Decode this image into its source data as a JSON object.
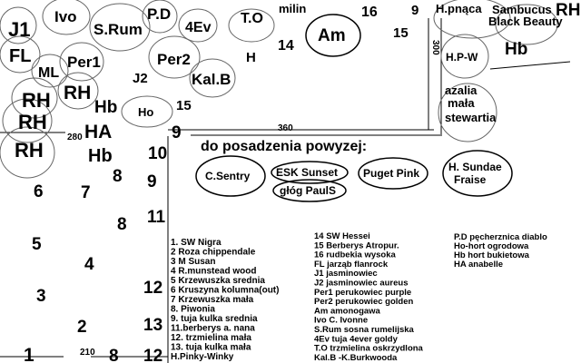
{
  "plants": {
    "j1": "J1",
    "ivo": "Ivo",
    "srum": "S.Rum",
    "pd": "P.D",
    "ev": "4Ev",
    "to": "T.O",
    "milin": "milin",
    "am": "Am",
    "fl": "FL",
    "ml": "ML",
    "per1": "Per1",
    "per2": "Per2",
    "kalb": "Kal.B",
    "h": "H",
    "j2": "J2",
    "rh1": "RH",
    "rh2": "RH",
    "rh3": "RH",
    "rh4": "RH",
    "hb1": "Hb",
    "ho": "Ho",
    "ha": "HA",
    "hb2": "Hb",
    "hpnaca": "H.pnąca",
    "sambucus": "Sambucus",
    "blackbeauty": "Black Beauty",
    "rh_edge": "RH",
    "hb_right": "Hb",
    "hpw": "H.P-W",
    "azalia": "azalia",
    "mala": "mała",
    "stewartia": "stewartia"
  },
  "numbers": {
    "n16": "16",
    "n9top": "9",
    "n14": "14",
    "n15top": "15",
    "n15b": "15",
    "n9a": "9",
    "n10": "10",
    "n8a": "8",
    "n9b": "9",
    "n6": "6",
    "n7": "7",
    "n11": "11",
    "n8b": "8",
    "n5": "5",
    "n4": "4",
    "n3": "3",
    "n12a": "12",
    "n13": "13",
    "n2": "2",
    "n1": "1",
    "n8c": "8",
    "n12b": "12"
  },
  "dimensions": {
    "d280": "280",
    "d360": "360",
    "d300": "300",
    "d210": "210"
  },
  "planting": {
    "heading": "do posadzenia powyzej:",
    "csentry": "C.Sentry",
    "esk": "ESK Sunset",
    "glog": "głóg PaulS",
    "puget": "Puget Pink",
    "sundae1": "H. Sundae",
    "sundae2": "Fraise"
  },
  "legend": {
    "col1": [
      "1. SW Nigra",
      "2  Roza chippendale",
      "3  M Susan",
      "4  R.munstead wood",
      "5  Krzewuszka srednia",
      "6  Kruszyna kolumna(out)",
      "7 Krzewuszka mała",
      "8. Piwonia",
      "9. tuja kulka srednia",
      "11.berberys a. nana",
      "12. trzmielina mała",
      "13. tuja kulka mała",
      "H.Pinky-Winky"
    ],
    "col2": [
      "14 SW Hessei",
      "15 Berberys Atropur.",
      "16 rudbekia wysoka",
      "FL jarząb flanrock",
      "J1 jasminowiec",
      "J2 jasminowiec aureus",
      "Per1 perukowiec purple",
      "Per2 perukowiec golden",
      "Am amonogawa",
      "Ivo C. Ivonne",
      "S.Rum sosna rumelijska",
      "4Ev tuja 4ever goldy",
      "T.O trzmielina oskrzydlona",
      "Kal.B -K.Burkwooda"
    ],
    "col3": [
      "P.D pęcherznica diablo",
      "Ho-hort ogrodowa",
      "Hb hort bukietowa",
      "HA anabelle"
    ]
  }
}
